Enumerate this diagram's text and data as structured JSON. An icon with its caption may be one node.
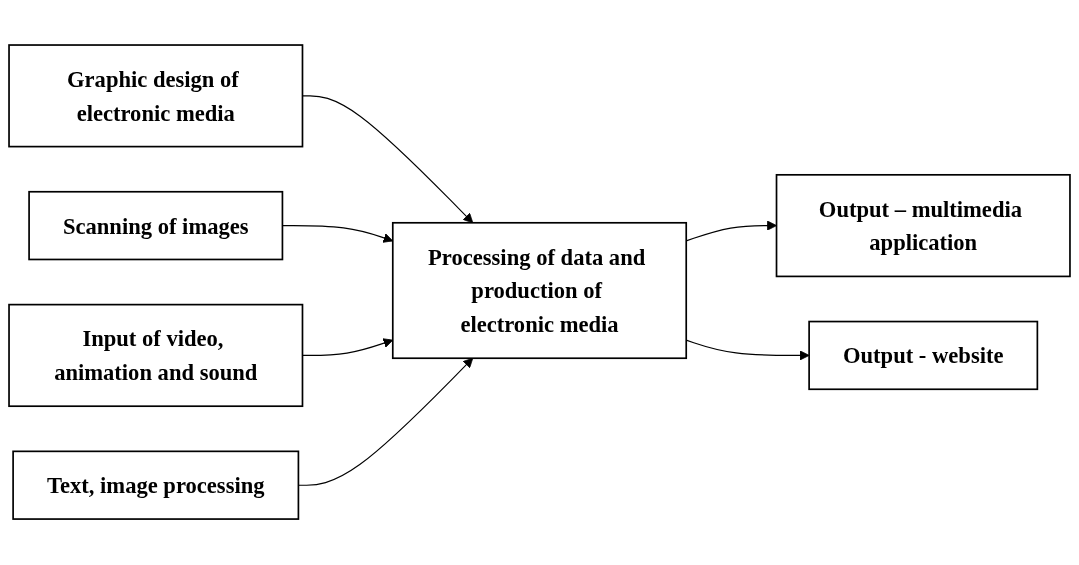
{
  "diagram": {
    "nodes": [
      {
        "text": [
          "Graphic design of electronic media"
        ]
      },
      {
        "text": [
          "Scanning of images"
        ]
      },
      {
        "text": [
          "Input of video, animation and sound"
        ]
      },
      {
        "text": [
          "Processing of data and production of electronic media"
        ]
      },
      {
        "text": [
          "Output – multimedia application"
        ]
      },
      {
        "text": [
          "Output - website"
        ]
      },
      {
        "text": [
          "Text, image processing"
        ]
      }
    ],
    "edges": [
      {
        "from": 0,
        "to": 3,
        "arrow": "to"
      },
      {
        "from": 1,
        "to": 3,
        "arrow": "to"
      },
      {
        "from": 2,
        "to": 3,
        "arrow": "to"
      },
      {
        "from": 6,
        "to": 3,
        "arrow": "to"
      },
      {
        "from": 3,
        "to": 4,
        "arrow": "to"
      },
      {
        "from": 3,
        "to": 5,
        "arrow": "to"
      }
    ]
  }
}
